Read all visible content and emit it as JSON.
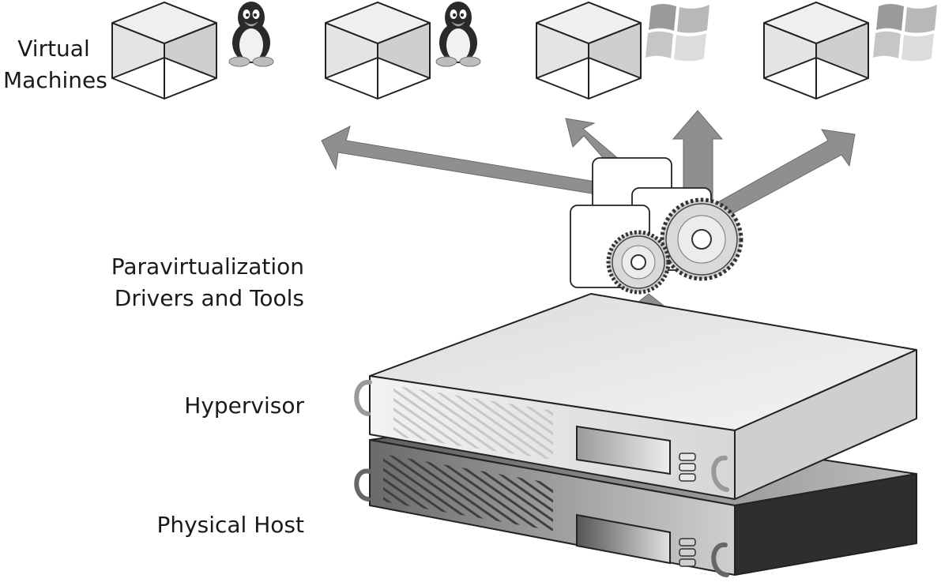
{
  "labels": {
    "vm_line1": "Virtual",
    "vm_line2": "Machines",
    "pv_line1": "Paravirtualization",
    "pv_line2": "Drivers and Tools",
    "hypervisor": "Hypervisor",
    "physical_host": "Physical Host"
  },
  "virtual_machines": [
    {
      "os_icon": "linux-tux-icon"
    },
    {
      "os_icon": "linux-tux-icon"
    },
    {
      "os_icon": "windows-logo-icon"
    },
    {
      "os_icon": "windows-logo-icon"
    }
  ],
  "colors": {
    "cube_face": "#e6e6e6",
    "cube_side": "#cfcfcf",
    "arrow": "#8f8f8f",
    "outline": "#222222",
    "hypervisor_top": "#e9e9e9",
    "host_front": "#8a8a8a"
  }
}
